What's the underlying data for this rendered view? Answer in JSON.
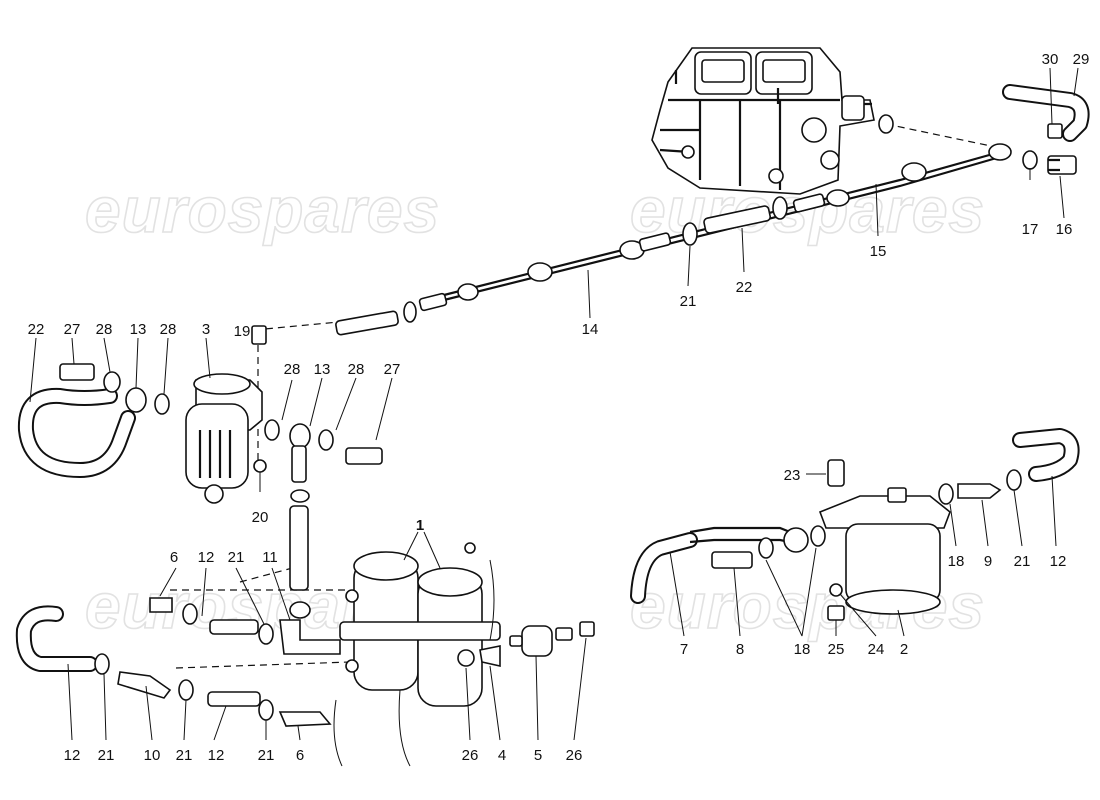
{
  "watermarks": [
    "eurospares",
    "eurospares",
    "eurospares",
    "eurospares"
  ],
  "parts": [
    {
      "id": "carburettor",
      "name": "carburettor"
    },
    {
      "id": "fuel-filter-3",
      "number": "3"
    },
    {
      "id": "fuel-pump-1",
      "number": "1"
    },
    {
      "id": "fuel-filter-2",
      "number": "2"
    }
  ],
  "callouts": [
    {
      "label": "30"
    },
    {
      "label": "29"
    },
    {
      "label": "17"
    },
    {
      "label": "16"
    },
    {
      "label": "15"
    },
    {
      "label": "22"
    },
    {
      "label": "21"
    },
    {
      "label": "14"
    },
    {
      "label": "22"
    },
    {
      "label": "27"
    },
    {
      "label": "28"
    },
    {
      "label": "13"
    },
    {
      "label": "28"
    },
    {
      "label": "3"
    },
    {
      "label": "19"
    },
    {
      "label": "28"
    },
    {
      "label": "13"
    },
    {
      "label": "28"
    },
    {
      "label": "27"
    },
    {
      "label": "20"
    },
    {
      "label": "1"
    },
    {
      "label": "6"
    },
    {
      "label": "12"
    },
    {
      "label": "21"
    },
    {
      "label": "11"
    },
    {
      "label": "12"
    },
    {
      "label": "21"
    },
    {
      "label": "10"
    },
    {
      "label": "21"
    },
    {
      "label": "12"
    },
    {
      "label": "21"
    },
    {
      "label": "6"
    },
    {
      "label": "26"
    },
    {
      "label": "4"
    },
    {
      "label": "5"
    },
    {
      "label": "26"
    },
    {
      "label": "23"
    },
    {
      "label": "18"
    },
    {
      "label": "9"
    },
    {
      "label": "21"
    },
    {
      "label": "12"
    },
    {
      "label": "7"
    },
    {
      "label": "8"
    },
    {
      "label": "18"
    },
    {
      "label": "25"
    },
    {
      "label": "24"
    },
    {
      "label": "2"
    }
  ]
}
